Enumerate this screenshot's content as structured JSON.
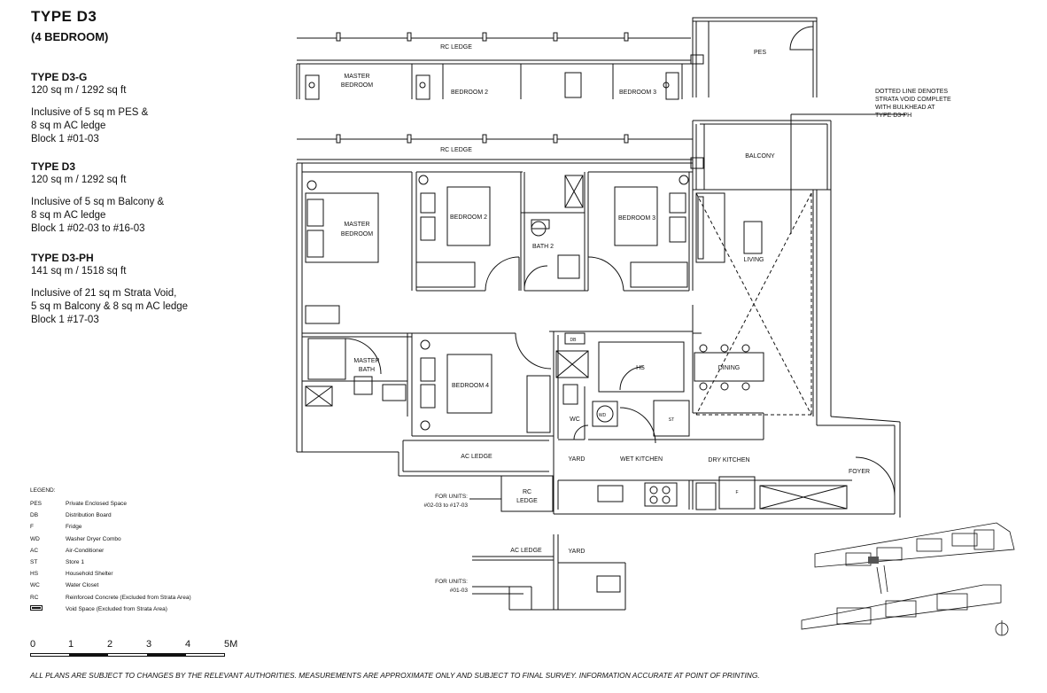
{
  "header": {
    "title": "TYPE  D3",
    "subtitle": "(4 BEDROOM)"
  },
  "types": [
    {
      "name": "TYPE D3-G",
      "area": "120 sq m / 1292 sq ft",
      "lines": [
        "Inclusive of 5 sq m PES &",
        "8 sq m AC ledge",
        "Block 1 #01-03"
      ]
    },
    {
      "name": "TYPE D3",
      "area": "120 sq m / 1292 sq ft",
      "lines": [
        "Inclusive of 5 sq m Balcony &",
        "8 sq m AC ledge",
        "Block 1 #02-03 to #16-03"
      ]
    },
    {
      "name": "TYPE D3-PH",
      "area": "141 sq m / 1518 sq ft",
      "lines": [
        "Inclusive of 21 sq m Strata Void,",
        "5 sq m Balcony & 8 sq m AC ledge",
        "Block 1 #17-03"
      ]
    }
  ],
  "legend": {
    "heading": "LEGEND:",
    "items": [
      {
        "abbr": "PES",
        "desc": "Private Enclosed Space"
      },
      {
        "abbr": "DB",
        "desc": "Distribution Board"
      },
      {
        "abbr": "F",
        "desc": "Fridge"
      },
      {
        "abbr": "WD",
        "desc": "Washer Dryer Combo"
      },
      {
        "abbr": "AC",
        "desc": "Air-Conditioner"
      },
      {
        "abbr": "ST",
        "desc": "Store 1"
      },
      {
        "abbr": "HS",
        "desc": "Household Shelter"
      },
      {
        "abbr": "WC",
        "desc": "Water Closet"
      },
      {
        "abbr": "RC",
        "desc": "Reinforced Concrete (Excluded from Strata Area)"
      },
      {
        "abbr": "",
        "desc": "Void Space (Excluded from Strata Area)"
      }
    ]
  },
  "scale": {
    "labels": [
      "0",
      "1",
      "2",
      "3",
      "4",
      "5M"
    ]
  },
  "disclaimer": "ALL PLANS ARE SUBJECT TO CHANGES BY THE RELEVANT AUTHORITIES. MEASUREMENTS ARE APPROXIMATE ONLY AND SUBJECT TO FINAL SURVEY. INFORMATION ACCURATE AT POINT OF PRINTING.",
  "note": [
    "DOTTED LINE DENOTES",
    "STRATA VOID COMPLETE",
    "WITH BULKHEAD AT",
    "TYPE D3-PH"
  ],
  "plan_top": {
    "rc_ledge": "RC LEDGE",
    "pes": "PES",
    "master_bedroom": [
      "MASTER",
      "BEDROOM"
    ],
    "bedroom2": "BEDROOM 2",
    "bedroom3": "BEDROOM 3"
  },
  "plan": {
    "rc_ledge": "RC LEDGE",
    "balcony": "BALCONY",
    "master_bedroom": [
      "MASTER",
      "BEDROOM"
    ],
    "bedroom2": "BEDROOM 2",
    "bedroom3": "BEDROOM 3",
    "bath2": "BATH 2",
    "living": "LIVING",
    "master_bath": [
      "MASTER",
      "BATH"
    ],
    "bedroom4": "BEDROOM 4",
    "db": "DB",
    "hs": "HS",
    "dining": "DINING",
    "wc": "WC",
    "wd": "WD",
    "st": "ST",
    "ac_ledge": "AC LEDGE",
    "yard": "YARD",
    "wet_kitchen": "WET KITCHEN",
    "dry_kitchen": "DRY KITCHEN",
    "foyer": "FOYER",
    "rc_ledge_small": [
      "RC",
      "LEDGE"
    ],
    "f": "F",
    "for_units_1": [
      "FOR UNITS:",
      "#02-03 to #17-03"
    ]
  },
  "plan_bottom": {
    "ac_ledge": "AC LEDGE",
    "yard": "YARD",
    "for_units_2": [
      "FOR UNITS:",
      "#01-03"
    ]
  }
}
